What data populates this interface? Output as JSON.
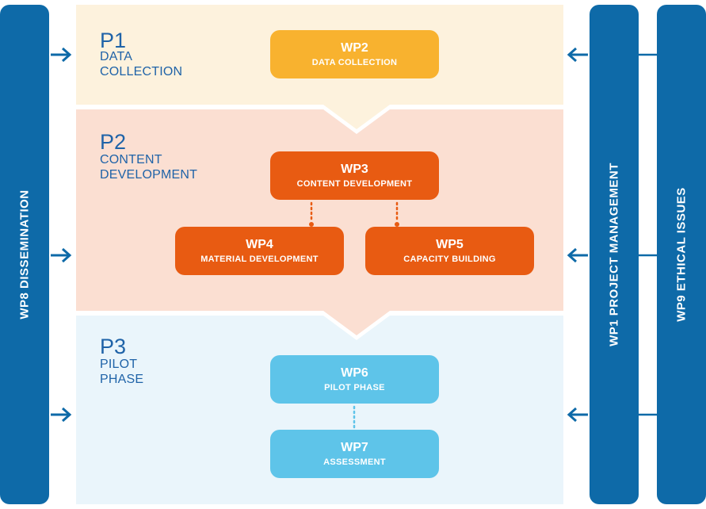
{
  "sidebars": {
    "left": {
      "label": "WP8  DISSEMINATION"
    },
    "right_inner": {
      "label": "WP1 PROJECT MANAGEMENT"
    },
    "right_outer": {
      "label": "WP9 ETHICAL ISSUES"
    }
  },
  "phases": [
    {
      "num": "P1",
      "name": "DATA\nCOLLECTION"
    },
    {
      "num": "P2",
      "name": "CONTENT\nDEVELOPMENT"
    },
    {
      "num": "P3",
      "name": "PILOT\nPHASE"
    }
  ],
  "work_packages": {
    "wp2": {
      "code": "WP2",
      "title": "DATA COLLECTION"
    },
    "wp3": {
      "code": "WP3",
      "title": "CONTENT DEVELOPMENT"
    },
    "wp4": {
      "code": "WP4",
      "title": "MATERIAL DEVELOPMENT"
    },
    "wp5": {
      "code": "WP5",
      "title": "CAPACITY BUILDING"
    },
    "wp6": {
      "code": "WP6",
      "title": "PILOT PHASE"
    },
    "wp7": {
      "code": "WP7",
      "title": "ASSESSMENT"
    }
  },
  "colors": {
    "sidebar": "#0e6aa8",
    "phase1_bg": "#fdf2dd",
    "phase2_bg": "#fbdfd2",
    "phase3_bg": "#eaf5fb",
    "wp_yellow": "#f8b22f",
    "wp_orange": "#e85b12",
    "wp_blue": "#5ec4e9",
    "text_blue": "#1f63a8"
  }
}
